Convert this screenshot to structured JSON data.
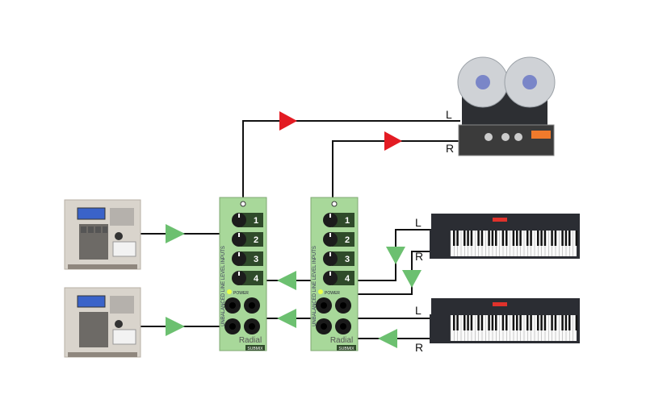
{
  "title": "Radial submix routing diagram",
  "labels": {
    "tape_left": "L",
    "tape_right": "R",
    "synth1_left": "L",
    "synth1_right": "R",
    "synth2_left": "L",
    "synth2_right": "R"
  },
  "mixer": {
    "side_text": "UNBALANCED LINE LEVEL INPUTS",
    "channels": [
      "1",
      "2",
      "3",
      "4"
    ],
    "power_label": "POWER",
    "brand": "Radial",
    "model": "SUBMIX"
  },
  "colors": {
    "output_arrow": "#e31b23",
    "input_arrow": "#6cc070",
    "module_face": "#a8d89a",
    "wire": "#111111"
  }
}
